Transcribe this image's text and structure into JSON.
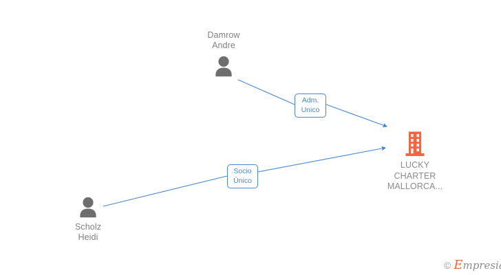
{
  "diagram": {
    "type": "entity-relationship-network",
    "background_color": "#ffffff",
    "edge_color": "#4a86d4",
    "person_color": "#6e6e6e",
    "company_color": "#fb6340",
    "text_color": "#808080"
  },
  "nodes": [
    {
      "id": "person-damrow",
      "kind": "person",
      "label": "Damrow\nAndre",
      "icon": "person-icon",
      "label_position": "above"
    },
    {
      "id": "person-scholz",
      "kind": "person",
      "label": "Scholz\nHeidi",
      "icon": "person-icon",
      "label_position": "below"
    },
    {
      "id": "company-lucky",
      "kind": "company",
      "label": "LUCKY\nCHARTER\nMALLORCA...",
      "icon": "building-icon",
      "label_position": "below"
    }
  ],
  "edges": [
    {
      "id": "edge-adm-unico",
      "from": "person-damrow",
      "to": "company-lucky",
      "label": "Adm.\nUnico",
      "direction": "to-company"
    },
    {
      "id": "edge-socio-unico",
      "from": "person-scholz",
      "to": "company-lucky",
      "label": "Socio\nÚnico",
      "direction": "to-company"
    }
  ],
  "watermark": {
    "copyright_symbol": "©",
    "brand_initial": "E",
    "brand_rest": "mpresia"
  }
}
